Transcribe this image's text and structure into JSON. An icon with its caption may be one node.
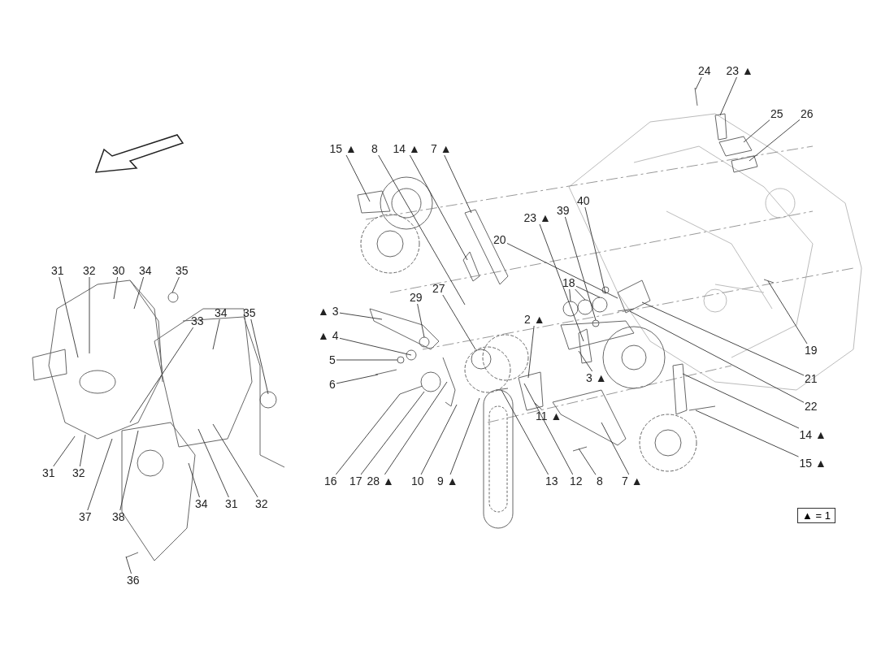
{
  "diagram": {
    "nodes": [
      {
        "text": [
          "31"
        ]
      },
      {
        "text": [
          "32"
        ]
      },
      {
        "text": [
          "30"
        ]
      },
      {
        "text": [
          "34"
        ]
      },
      {
        "text": [
          "35"
        ]
      },
      {
        "text": [
          "33"
        ]
      },
      {
        "text": [
          "34"
        ]
      },
      {
        "text": [
          "35"
        ]
      },
      {
        "text": [
          "31"
        ]
      },
      {
        "text": [
          "32"
        ]
      },
      {
        "text": [
          "37"
        ]
      },
      {
        "text": [
          "38"
        ]
      },
      {
        "text": [
          "34"
        ]
      },
      {
        "text": [
          "31"
        ]
      },
      {
        "text": [
          "32"
        ]
      },
      {
        "text": [
          "36"
        ]
      },
      {
        "text": [
          "15 ▲"
        ]
      },
      {
        "text": [
          "8"
        ]
      },
      {
        "text": [
          "14 ▲"
        ]
      },
      {
        "text": [
          "7 ▲"
        ]
      },
      {
        "text": [
          "▲ 3"
        ]
      },
      {
        "text": [
          "▲ 4"
        ]
      },
      {
        "text": [
          "5"
        ]
      },
      {
        "text": [
          "6"
        ]
      },
      {
        "text": [
          "29"
        ]
      },
      {
        "text": [
          "27"
        ]
      },
      {
        "text": [
          "2 ▲"
        ]
      },
      {
        "text": [
          "18"
        ]
      },
      {
        "text": [
          "20"
        ]
      },
      {
        "text": [
          "23 ▲"
        ]
      },
      {
        "text": [
          "39"
        ]
      },
      {
        "text": [
          "40"
        ]
      },
      {
        "text": [
          "16"
        ]
      },
      {
        "text": [
          "17"
        ]
      },
      {
        "text": [
          "28 ▲"
        ]
      },
      {
        "text": [
          "10"
        ]
      },
      {
        "text": [
          "9 ▲"
        ]
      },
      {
        "text": [
          "13"
        ]
      },
      {
        "text": [
          "12"
        ]
      },
      {
        "text": [
          "8"
        ]
      },
      {
        "text": [
          "7 ▲"
        ]
      },
      {
        "text": [
          "11 ▲"
        ]
      },
      {
        "text": [
          "3 ▲"
        ]
      },
      {
        "text": [
          "24"
        ]
      },
      {
        "text": [
          "23 ▲"
        ]
      },
      {
        "text": [
          "25"
        ]
      },
      {
        "text": [
          "26"
        ]
      },
      {
        "text": [
          "19"
        ]
      },
      {
        "text": [
          "21"
        ]
      },
      {
        "text": [
          "22"
        ]
      },
      {
        "text": [
          "14 ▲"
        ]
      },
      {
        "text": [
          "15 ▲"
        ]
      }
    ],
    "edges": [
      {
        "from": 0,
        "to": null,
        "arrow": "none"
      },
      {
        "from": 1,
        "to": null,
        "arrow": "none"
      },
      {
        "from": 2,
        "to": null,
        "arrow": "none"
      },
      {
        "from": 3,
        "to": null,
        "arrow": "none"
      },
      {
        "from": 4,
        "to": null,
        "arrow": "none"
      },
      {
        "from": 5,
        "to": null,
        "arrow": "none"
      },
      {
        "from": 6,
        "to": null,
        "arrow": "none"
      },
      {
        "from": 7,
        "to": null,
        "arrow": "none"
      },
      {
        "from": 8,
        "to": null,
        "arrow": "none"
      },
      {
        "from": 9,
        "to": null,
        "arrow": "none"
      },
      {
        "from": 10,
        "to": null,
        "arrow": "none"
      },
      {
        "from": 11,
        "to": null,
        "arrow": "none"
      },
      {
        "from": 12,
        "to": null,
        "arrow": "none"
      },
      {
        "from": 13,
        "to": null,
        "arrow": "none"
      },
      {
        "from": 14,
        "to": null,
        "arrow": "none"
      },
      {
        "from": 15,
        "to": null,
        "arrow": "none"
      },
      {
        "from": 16,
        "to": null,
        "arrow": "none"
      },
      {
        "from": 17,
        "to": null,
        "arrow": "none"
      },
      {
        "from": 18,
        "to": null,
        "arrow": "none"
      },
      {
        "from": 19,
        "to": null,
        "arrow": "none"
      },
      {
        "from": 20,
        "to": null,
        "arrow": "none"
      },
      {
        "from": 21,
        "to": null,
        "arrow": "none"
      },
      {
        "from": 22,
        "to": null,
        "arrow": "none"
      },
      {
        "from": 23,
        "to": null,
        "arrow": "none"
      },
      {
        "from": 24,
        "to": null,
        "arrow": "none"
      },
      {
        "from": 25,
        "to": null,
        "arrow": "none"
      },
      {
        "from": 26,
        "to": null,
        "arrow": "none"
      },
      {
        "from": 27,
        "to": null,
        "arrow": "none"
      },
      {
        "from": 27,
        "to": null,
        "arrow": "none"
      },
      {
        "from": 27,
        "to": null,
        "arrow": "none"
      },
      {
        "from": 28,
        "to": null,
        "arrow": "none"
      },
      {
        "from": 29,
        "to": null,
        "arrow": "none"
      },
      {
        "from": 30,
        "to": null,
        "arrow": "none"
      },
      {
        "from": 31,
        "to": null,
        "arrow": "none"
      },
      {
        "from": 32,
        "to": null,
        "arrow": "none"
      },
      {
        "from": 33,
        "to": null,
        "arrow": "none"
      },
      {
        "from": 34,
        "to": null,
        "arrow": "none"
      },
      {
        "from": 35,
        "to": null,
        "arrow": "none"
      },
      {
        "from": 36,
        "to": null,
        "arrow": "none"
      },
      {
        "from": 37,
        "to": null,
        "arrow": "none"
      },
      {
        "from": 38,
        "to": null,
        "arrow": "none"
      },
      {
        "from": 39,
        "to": null,
        "arrow": "none"
      },
      {
        "from": 40,
        "to": null,
        "arrow": "none"
      },
      {
        "from": 41,
        "to": null,
        "arrow": "none"
      },
      {
        "from": 42,
        "to": null,
        "arrow": "none"
      },
      {
        "from": 43,
        "to": null,
        "arrow": "none"
      },
      {
        "from": 44,
        "to": null,
        "arrow": "none"
      },
      {
        "from": 45,
        "to": null,
        "arrow": "none"
      },
      {
        "from": 46,
        "to": null,
        "arrow": "none"
      },
      {
        "from": 47,
        "to": null,
        "arrow": "none"
      },
      {
        "from": 48,
        "to": null,
        "arrow": "none"
      },
      {
        "from": 49,
        "to": null,
        "arrow": "none"
      },
      {
        "from": 50,
        "to": null,
        "arrow": "none"
      },
      {
        "from": 51,
        "to": null,
        "arrow": "none"
      }
    ],
    "labels": [
      "▲ = 1"
    ]
  }
}
